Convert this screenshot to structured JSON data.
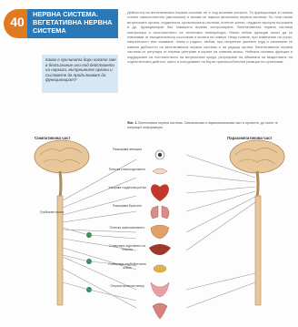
{
  "header": {
    "number": "40",
    "title_line1": "НЕРВНА СИСТЕМА.",
    "title_line2": "ВЕГЕТАТИВНА НЕРВНА",
    "title_line3": "СИСТЕМА",
    "badge_color": "#e07a1f",
    "title_bg": "#2a78b6"
  },
  "question": {
    "text": "Каква е причината дори когато сме в безсъзнание или под действието на наркоза, вътрешните органи и съсловете да продължават да функционират?"
  },
  "body": {
    "text": "Дейността на вегетативната нервна система не е под волевия контрол. Тя функционира в голяма степен самостоятелно (автономно) и затова се нарича автономна нервна система. По този начин вътрешните органи, сърдечната, кръвоносната система, потните жлези, гладките мускули на кожата и др. функционират без повишено волево контролиране. Вегетативната нервна система контролира и постоянството на телесната температура. Някои нейни функции могат да се повлияват от емоционалното състояние и волята на човека. Нещо повече, при изменение на страх, напрегнатост или очакване, гнева и радост, любов, при напрегнат умствен труд и изпитване се изменя дейността на вегетативната нервна система и на редица органи. Вегетативната нервна система се регулира от нервни центрове в кората на главния мозък. Нейната основна функция е поддържане на постоянството на вътрешната среда, регулиране на обмяната на веществата, на отделителната дейност, както и осигуряване на бързи приспособителни реакции на организма."
  },
  "figure": {
    "caption_bold": "Фиг. 1.",
    "caption_text": "Вегетативна нервна система. Симпатикова и парасимпатикова част и органите, до които те изпращат информация.",
    "label_left": "Симпатикова част",
    "label_right": "Парасимпатикова част",
    "organs": [
      "Разширява зеницата",
      "Потиска слюноотделянето",
      "Ускорява сърдечния ритъм",
      "Разширява бронхите",
      "Потиска храносмилането",
      "Стимулира отделянето на глюкоза",
      "Стимулира надбъбречната жлеза",
      "Отпуска пикочния мехур"
    ],
    "side_label": "Гръбначен мозък",
    "accent_colors": {
      "brain": "#e8c79a",
      "organ_red": "#c0392b",
      "ganglion": "#2e8b57",
      "line": "#999999"
    }
  }
}
